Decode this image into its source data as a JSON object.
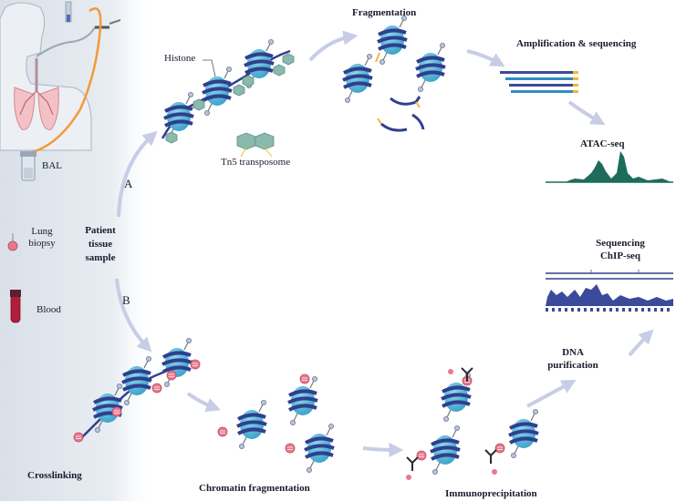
{
  "labels": {
    "fragmentation": "Fragmentation",
    "amplification": "Amplification & sequencing",
    "histone": "Histone",
    "tn5": "Tn5 transposome",
    "atac": "ATAC-seq",
    "bal": "BAL",
    "path_a": "A",
    "path_b": "B",
    "lung_line1": "Lung",
    "lung_line2": "biopsy",
    "patient_line1": "Patient",
    "patient_line2": "tissue",
    "patient_line3": "sample",
    "blood": "Blood",
    "sequencing": "Sequencing",
    "chipseq": "ChIP-seq",
    "dna_line1": "DNA",
    "dna_line2": "purification",
    "crosslinking": "Crosslinking",
    "chromatin_fragmentation": "Chromatin fragmentation",
    "immunoprecipitation": "Immunoprecipitation"
  },
  "colors": {
    "histone": "#4db3d6",
    "dna": "#2f3f8f",
    "arrow": "#c7cde6",
    "peak": "#1f6b5c",
    "chip_bar": "#3b4a9a",
    "crosslink": "#e7788d",
    "tube_cap": "#8a1c2e",
    "antibody": "#2b2b2b",
    "primer": "#f2b830",
    "tn5": "#8ab9ad",
    "tube_orange": "#f29a3a"
  },
  "icons": {
    "sample_icons": [
      "bronchoscope-icon",
      "lungs-icon",
      "bal-tube-icon",
      "biopsy-icon",
      "blood-tube-icon"
    ]
  }
}
